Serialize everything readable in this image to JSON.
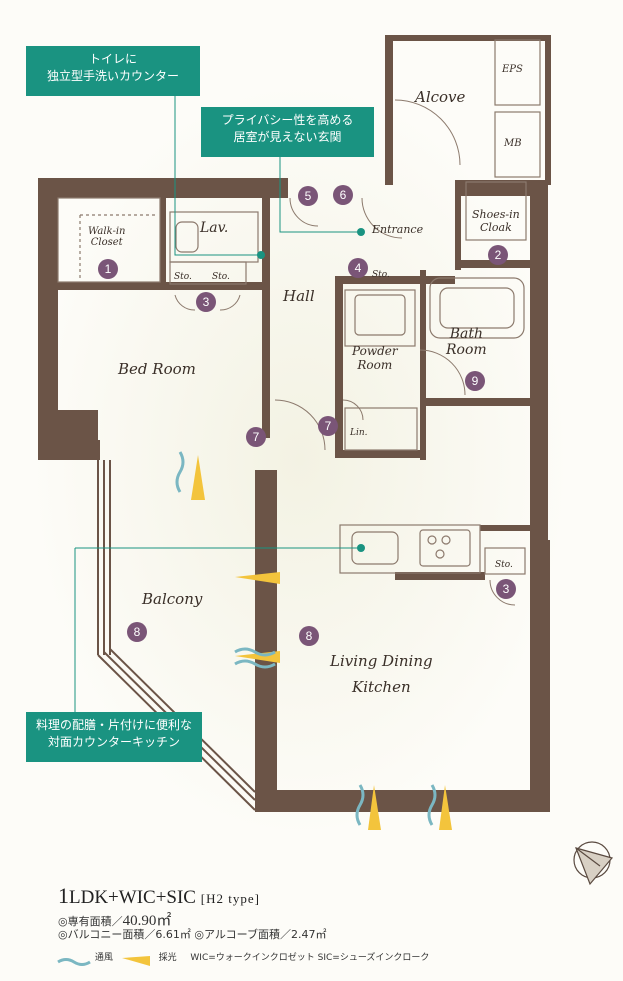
{
  "callouts": {
    "toilet_counter": [
      "トイレに",
      "独立型手洗いカウンター"
    ],
    "privacy_entrance": [
      "プライバシー性を高める",
      "居室が見えない玄関"
    ],
    "kitchen_counter": [
      "料理の配膳・片付けに便利な",
      "対面カウンターキッチン"
    ]
  },
  "rooms": {
    "alcove": "Alcove",
    "eps": "EPS",
    "mb": "MB",
    "walk_in_closet": [
      "Walk-in",
      "Closet"
    ],
    "lav": "Lav.",
    "entrance": "Entrance",
    "shoes_in_cloak": [
      "Shoes-in",
      "Cloak"
    ],
    "sto1": "Sto.",
    "sto2": "Sto.",
    "sto3": "Sto.",
    "sto4": "Sto.",
    "hall": "Hall",
    "bed_room": "Bed Room",
    "powder_room": [
      "Powder",
      "Room"
    ],
    "bath_room": [
      "Bath",
      "Room"
    ],
    "lin": "Lin.",
    "balcony": "Balcony",
    "ldk": [
      "Living Dining",
      "Kitchen"
    ]
  },
  "markers": [
    "1",
    "2",
    "3",
    "4",
    "5",
    "6",
    "7",
    "7",
    "8",
    "8",
    "9",
    "3"
  ],
  "type": {
    "big": "1",
    "title": "LDK+WIC+SIC",
    "sub": "[H2 type]"
  },
  "areas": {
    "exclusive_label": "◎専有面積／",
    "exclusive_value": "40.90㎡",
    "other": "◎バルコニー面積／6.61㎡ ◎アルコーブ面積／2.47㎡"
  },
  "legend": {
    "wind": "通風",
    "light": "採光",
    "abbr": "WIC=ウォークインクロゼット SIC=シューズインクローク"
  },
  "colors": {
    "teal": "#1a9381",
    "marker": "#7a5577",
    "wall": "#6b5447",
    "light_arrow": "#f3c43c",
    "wind_arrow": "#7bb7c2"
  },
  "icons": {
    "compass": "north-arrow-icon"
  }
}
